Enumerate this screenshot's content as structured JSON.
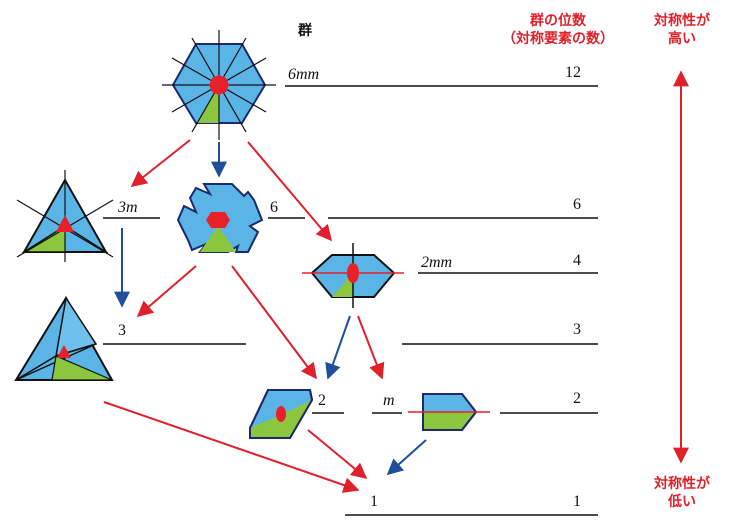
{
  "header": {
    "group_title": "群",
    "order_title_line1": "群の位数",
    "order_title_line2": "（対称要素の数）",
    "symmetry_high_line1": "対称性が",
    "symmetry_high_line2": "高い",
    "symmetry_low_line1": "対称性が",
    "symmetry_low_line2": "低い"
  },
  "groups": [
    {
      "id": "g6mm",
      "name": "6mm",
      "order": "12"
    },
    {
      "id": "g3m",
      "name": "3m",
      "order": ""
    },
    {
      "id": "g6",
      "name": "6",
      "order": "6"
    },
    {
      "id": "g2mm",
      "name": "2mm",
      "order": "4"
    },
    {
      "id": "g3",
      "name": "3",
      "order": "3"
    },
    {
      "id": "g2",
      "name": "2",
      "order": "2"
    },
    {
      "id": "gm",
      "name": "m",
      "order": ""
    },
    {
      "id": "g1",
      "name": "1",
      "order": "1"
    }
  ],
  "colors": {
    "blue_fill": "#5ab4e6",
    "green_fill": "#8cc63f",
    "red_mark": "#e8202a",
    "navy_arrow": "#1f4e9a",
    "red_arrow": "#e0202a",
    "outline": "#1a2a6c"
  }
}
